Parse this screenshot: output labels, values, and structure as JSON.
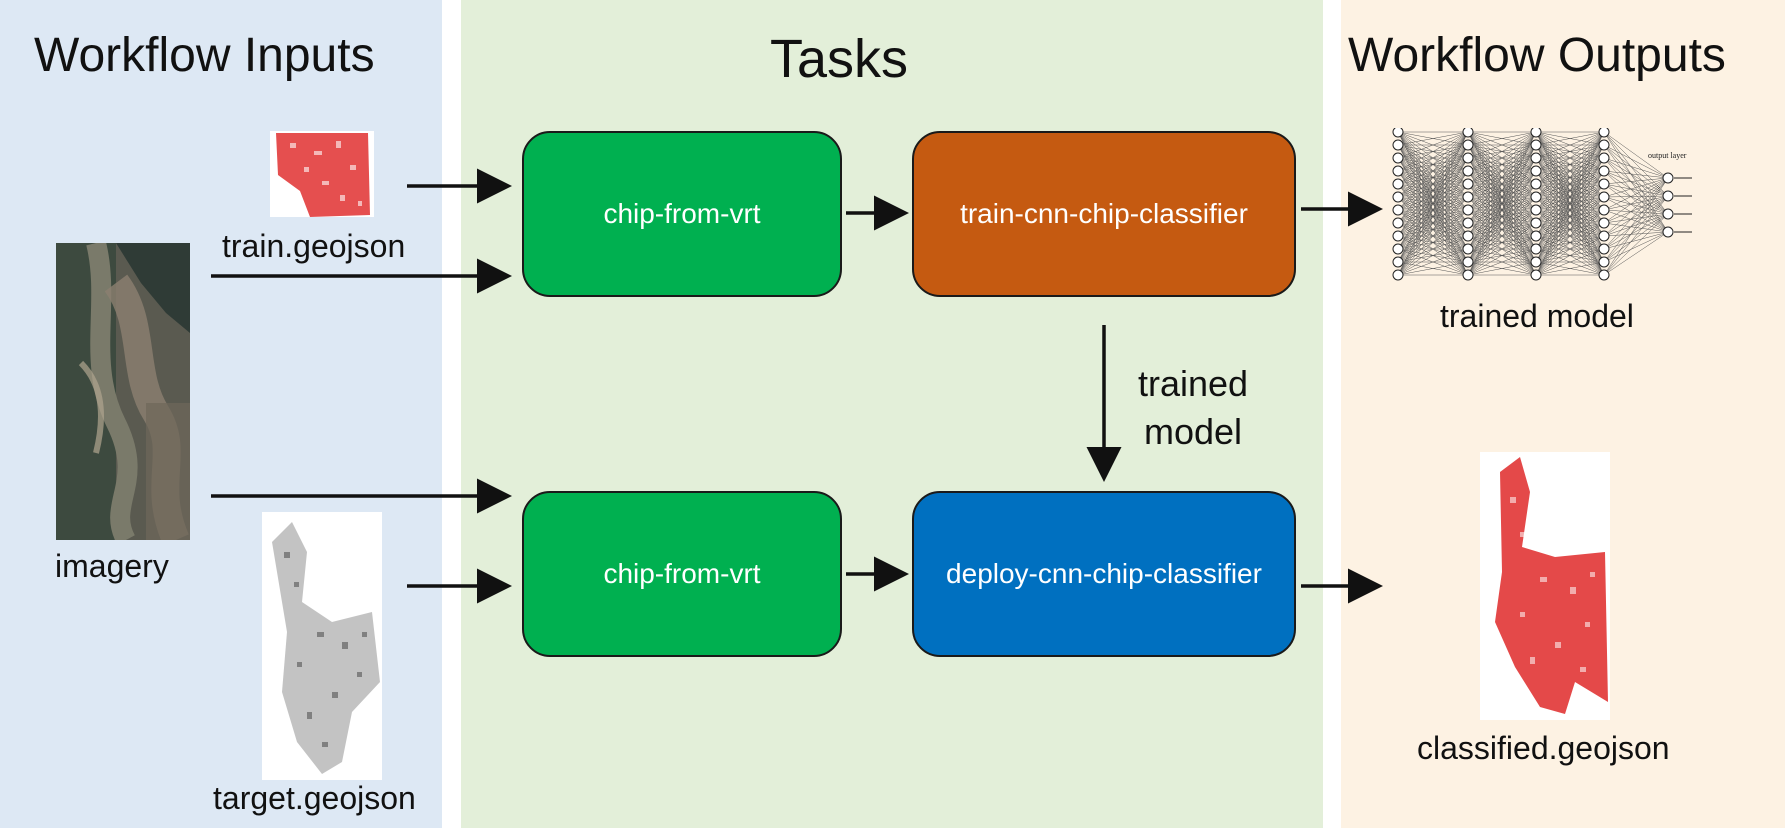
{
  "sections": {
    "inputs": "Workflow Inputs",
    "tasks": "Tasks",
    "outputs": "Workflow Outputs"
  },
  "inputs": {
    "train": "train.geojson",
    "imagery": "imagery",
    "target": "target.geojson"
  },
  "tasks": {
    "chip_top": "chip-from-vrt",
    "chip_bottom": "chip-from-vrt",
    "train": "train-cnn-chip-classifier",
    "deploy": "deploy-cnn-chip-classifier"
  },
  "edge_labels": {
    "trained_model": "trained model"
  },
  "outputs": {
    "trained_model": "trained model",
    "classified": "classified.geojson",
    "network_layer_label": "output layer"
  },
  "colors": {
    "chip": "#00b050",
    "train": "#c55a11",
    "deploy": "#0070c0",
    "inputs_panel": "#dde8f4",
    "tasks_panel": "#e3efd9",
    "outputs_panel": "#fdf2e3",
    "geojson_red": "#e03030"
  }
}
